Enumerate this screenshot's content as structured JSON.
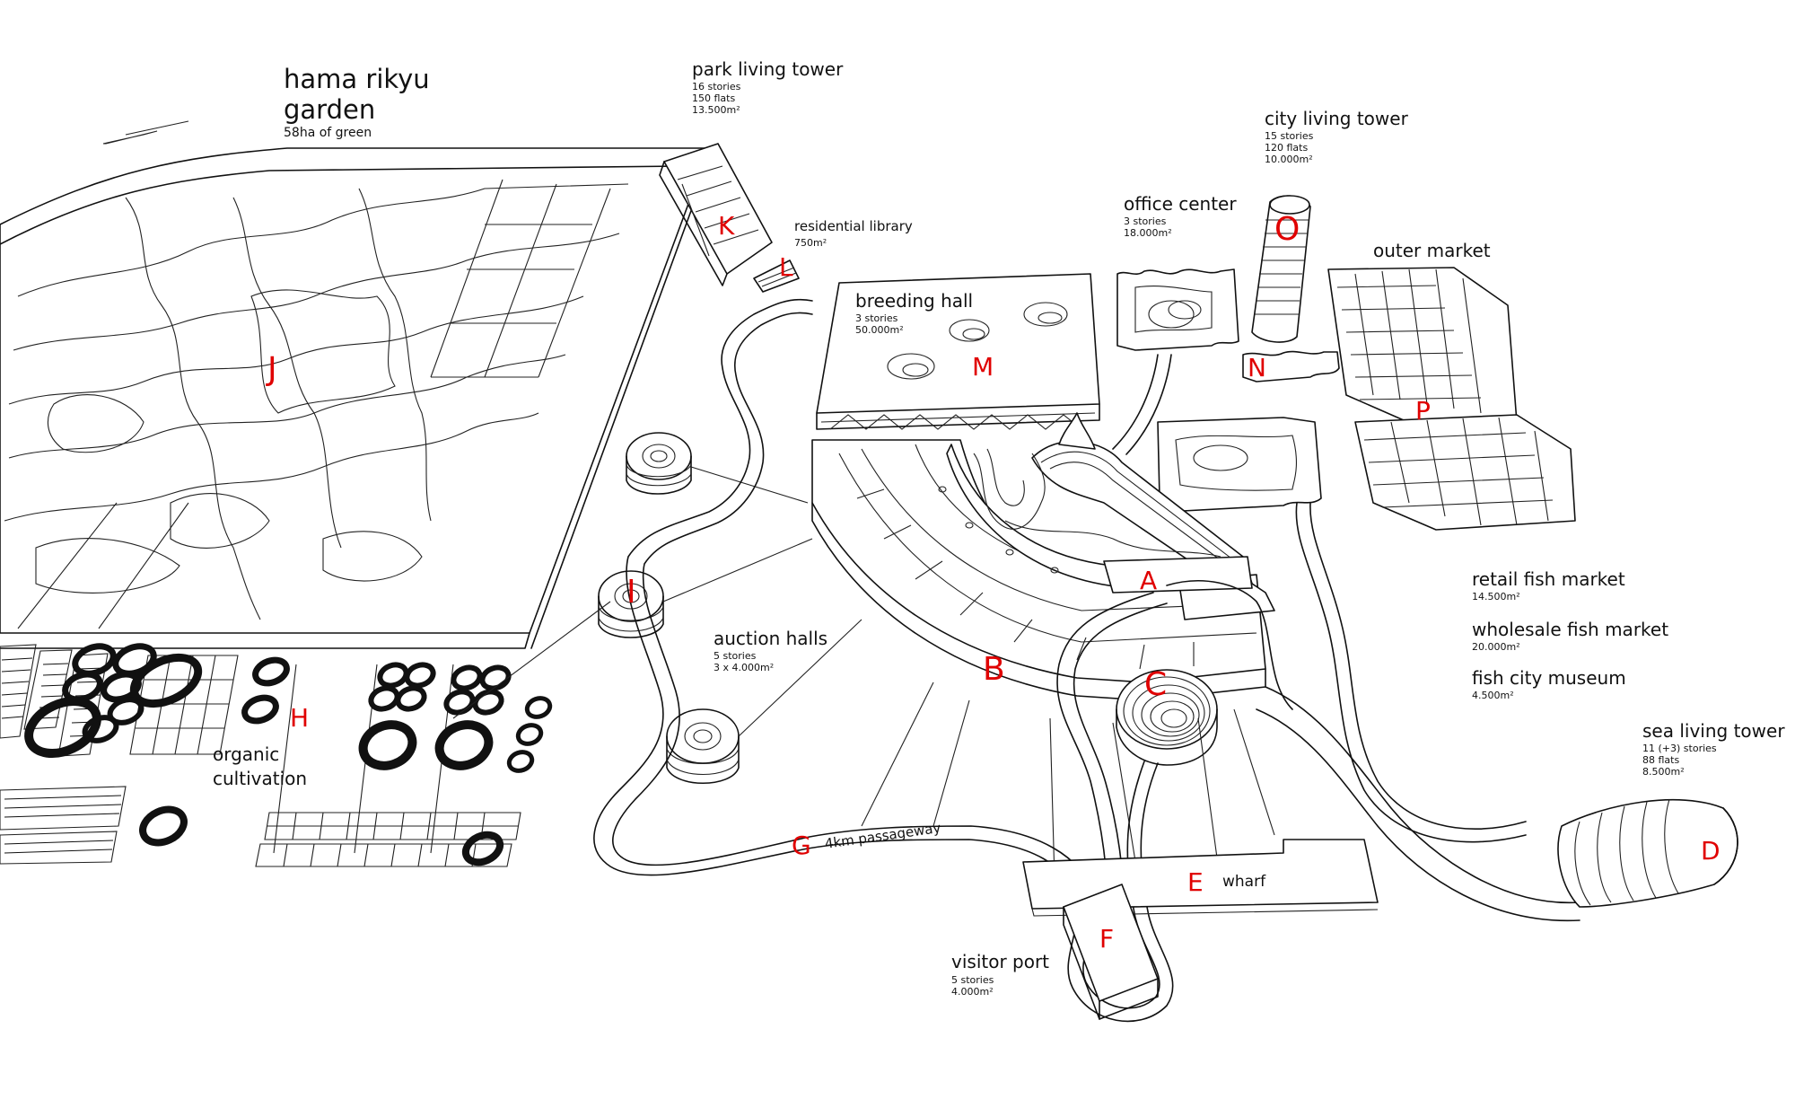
{
  "labels": {
    "hama_rikyu": {
      "title_line1": "hama rikyu",
      "title_line2": "garden",
      "detail": "58ha of green"
    },
    "park_living_tower": {
      "title": "park living tower",
      "line1": "16 stories",
      "line2": "150 flats",
      "line3": "13.500m²"
    },
    "city_living_tower": {
      "title": "city living tower",
      "line1": "15 stories",
      "line2": "120 flats",
      "line3": "10.000m²"
    },
    "residential_library": {
      "title": "residential library",
      "line1": "750m²"
    },
    "office_center": {
      "title": "office center",
      "line1": "3 stories",
      "line2": "18.000m²"
    },
    "outer_market": {
      "title": "outer market"
    },
    "breeding_hall": {
      "title": "breeding hall",
      "line1": "3 stories",
      "line2": "50.000m²"
    },
    "auction_halls": {
      "title": "auction halls",
      "line1": "5 stories",
      "line2": "3 x 4.000m²"
    },
    "retail_fish_market": {
      "title": "retail fish market",
      "line1": "14.500m²"
    },
    "wholesale_fish_market": {
      "title": "wholesale fish market",
      "line1": "20.000m²"
    },
    "fish_city_museum": {
      "title": "fish city museum",
      "line1": "4.500m²"
    },
    "sea_living_tower": {
      "title": "sea living tower",
      "line1": "11 (+3) stories",
      "line2": "88 flats",
      "line3": "8.500m²"
    },
    "organic_cultivation": {
      "line1": "organic",
      "line2": "cultivation"
    },
    "visitor_port": {
      "title": "visitor port",
      "line1": "5 stories",
      "line2": "4.000m²"
    },
    "passageway": {
      "title": "4km passageway"
    },
    "wharf": {
      "title": "wharf"
    }
  },
  "letters": {
    "A": "A",
    "B": "B",
    "C": "C",
    "D": "D",
    "E": "E",
    "F": "F",
    "G": "G",
    "H": "H",
    "I": "I",
    "J": "J",
    "K": "K",
    "L": "L",
    "M": "M",
    "N": "N",
    "O": "O",
    "P": "P"
  },
  "colors": {
    "ink": "#111111",
    "marker": "#e00000",
    "paper": "#ffffff"
  }
}
